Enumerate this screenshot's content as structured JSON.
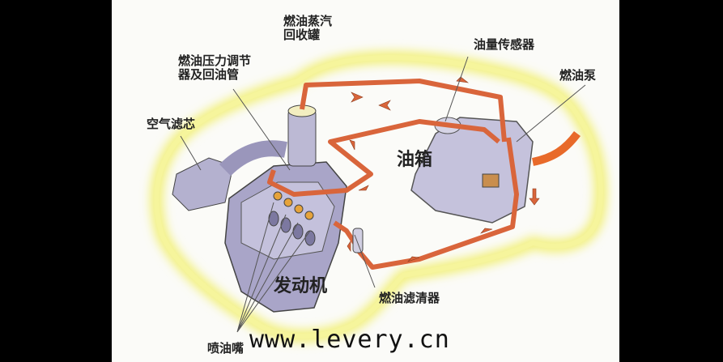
{
  "labels": {
    "vapor_canister": [
      "燃油蒸汽",
      "回收罐"
    ],
    "pressure_regulator": [
      "燃油压力调节",
      "器及回油管"
    ],
    "air_filter": "空气滤芯",
    "fuel_level_sensor": "油量传感器",
    "fuel_pump": "燃油泵",
    "fuel_tank": "油箱",
    "engine": "发动机",
    "fuel_filter": "燃油滤清器",
    "injectors": "喷油嘴"
  },
  "watermark": "www.levery.cn",
  "colors": {
    "pipe": "#d9653b",
    "glow": "#f4f38a",
    "metal": "#b6b3cf",
    "background": "#fbfbf8"
  }
}
